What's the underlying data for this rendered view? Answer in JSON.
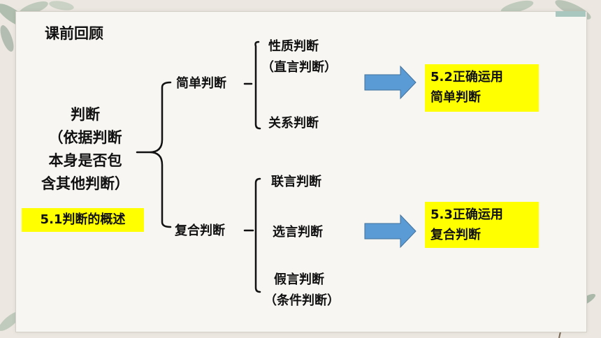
{
  "title": "课前回顾",
  "root": {
    "line1": "判断",
    "line2": "（依据判断",
    "line3": "本身是否包",
    "line4": "含其他判断）"
  },
  "box_51": "5.1判断的概述",
  "simple": {
    "label": "简单判断",
    "child1_line1": "性质判断",
    "child1_line2": "（直言判断）",
    "child2": "关系判断",
    "box_line1": "5.2正确运用",
    "box_line2": "简单判断"
  },
  "compound": {
    "label": "复合判断",
    "child1": "联言判断",
    "child2": "选言判断",
    "child3_line1": "假言判断",
    "child3_line2": "（条件判断）",
    "box_line1": "5.3正确运用",
    "box_line2": "复合判断"
  },
  "colors": {
    "arrow": "#5b9bd5",
    "highlight": "#ffff00",
    "accent": "#a9c7be"
  }
}
